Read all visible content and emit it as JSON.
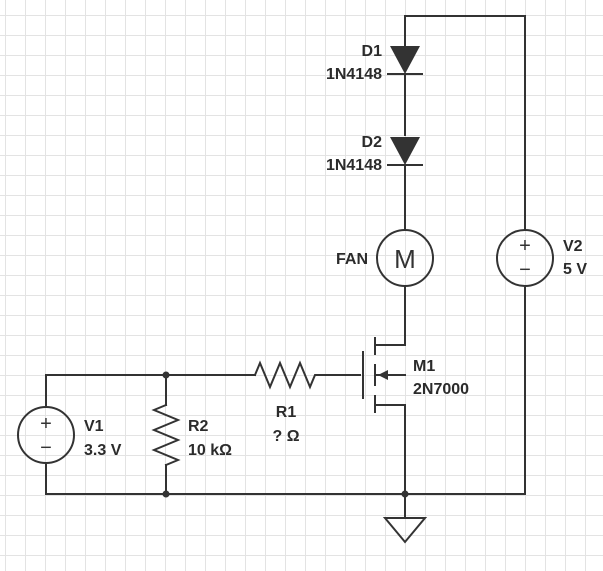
{
  "components": {
    "d1": {
      "name": "D1",
      "part": "1N4148"
    },
    "d2": {
      "name": "D2",
      "part": "1N4148"
    },
    "fan": {
      "name": "FAN",
      "symbol": "M"
    },
    "v2": {
      "name": "V2",
      "value": "5 V"
    },
    "m1": {
      "name": "M1",
      "part": "2N7000"
    },
    "r1": {
      "name": "R1",
      "value": "? Ω"
    },
    "r2": {
      "name": "R2",
      "value": "10 kΩ"
    },
    "v1": {
      "name": "V1",
      "value": "3.3 V"
    }
  },
  "source_symbols": {
    "plus": "+",
    "minus": "−"
  },
  "colors": {
    "wire": "#333333",
    "grid": "#e3e3e3",
    "background": "#ffffff"
  }
}
